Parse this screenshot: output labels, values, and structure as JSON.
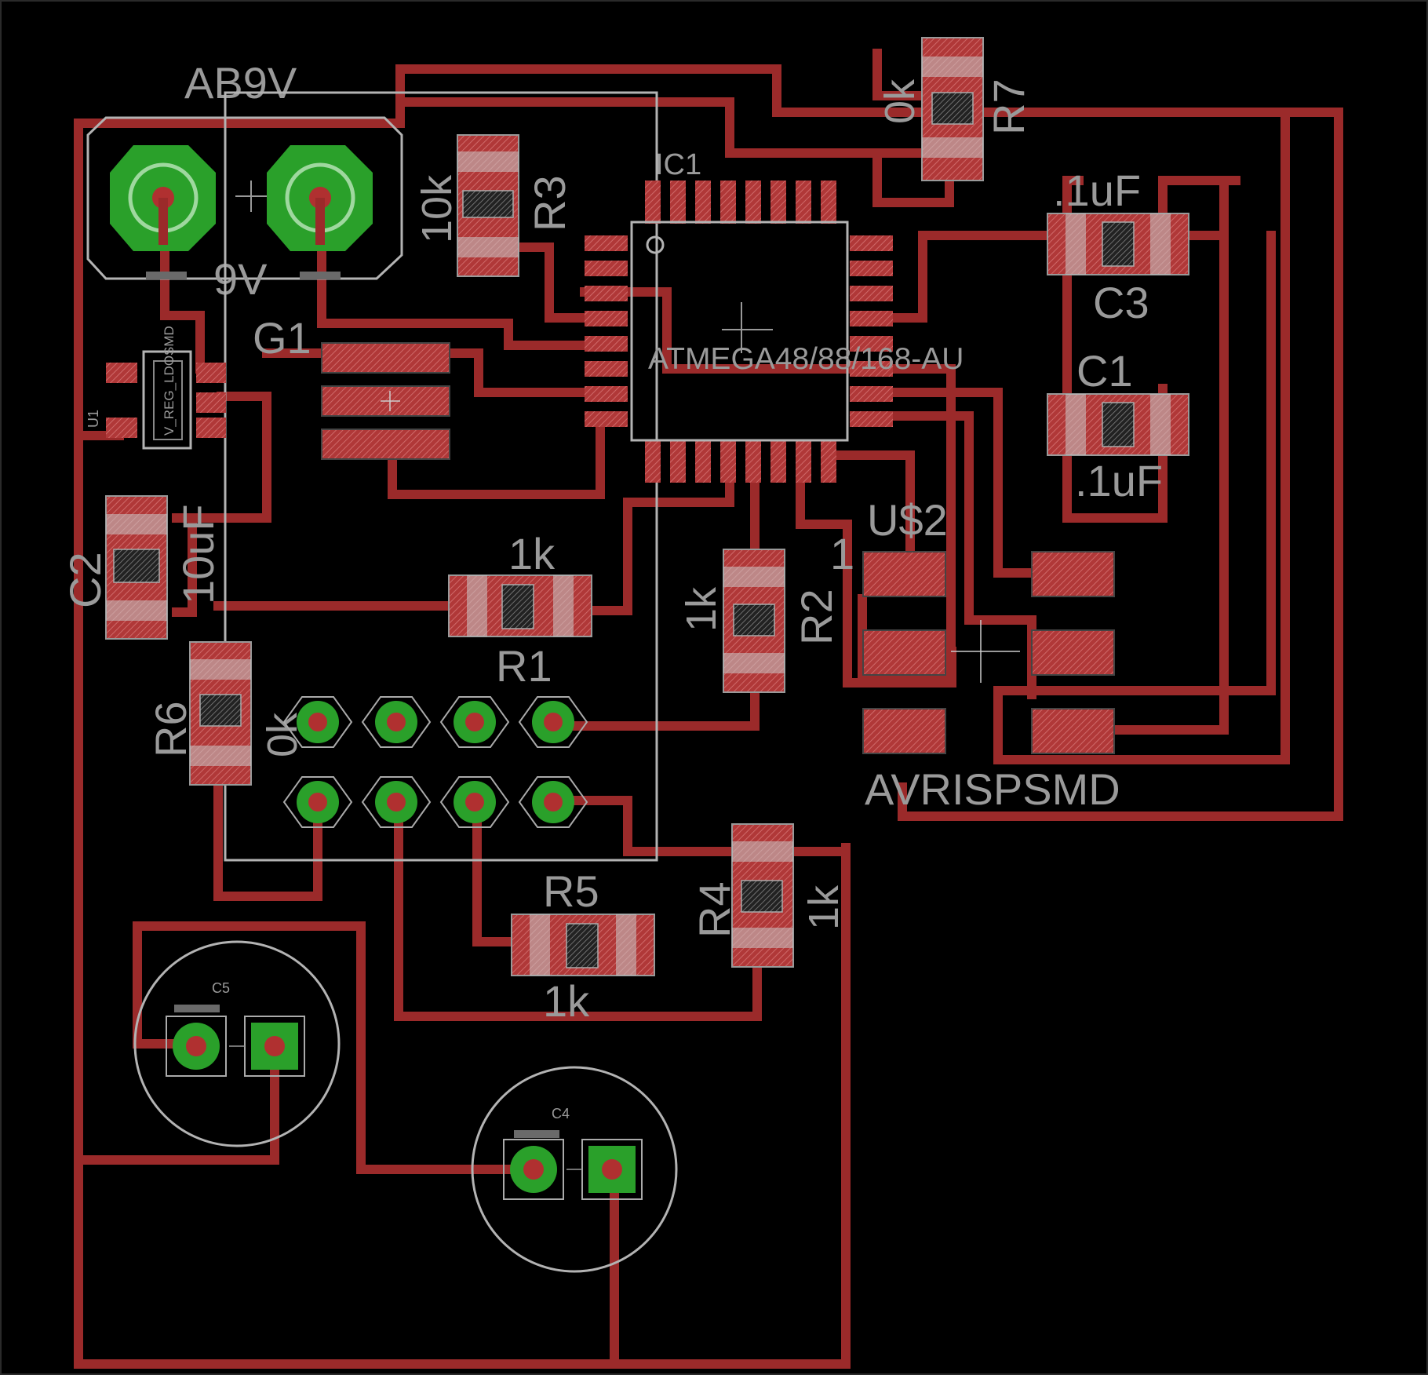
{
  "board": {
    "background": "#000000",
    "trace_color": "#9b2a2a",
    "pad_color": "#b23a3a",
    "via_color": "#2a9c2a",
    "silk_color": "#a0a0a0"
  },
  "labels": {
    "ab9v": "AB9V",
    "nine_v": "9V",
    "g1": "G1",
    "u1": "U1",
    "vreg": "V_REG_LDOSMD",
    "r3_value": "10k",
    "r3_name": "R3",
    "r7_value": "0k",
    "r7_name": "R7",
    "ic1": "IC1",
    "ic1_part": "ATMEGA48/88/168-AU",
    "c3_value": ".1uF",
    "c3_name": "C3",
    "c1_name": "C1",
    "c1_value": ".1uF",
    "c2_name": "C2",
    "c2_value": "10uF",
    "r1_value": "1k",
    "r1_name": "R1",
    "r2_value": "1k",
    "r2_name": "R2",
    "us2": "U$2",
    "pin1": "1",
    "avrisp": "AVRISPSMD",
    "r6_name": "R6",
    "r6_value": "0k",
    "r5_name": "R5",
    "r5_value": "1k",
    "r4_name": "R4",
    "r4_value": "1k",
    "c5": "C5",
    "c4": "C4"
  }
}
